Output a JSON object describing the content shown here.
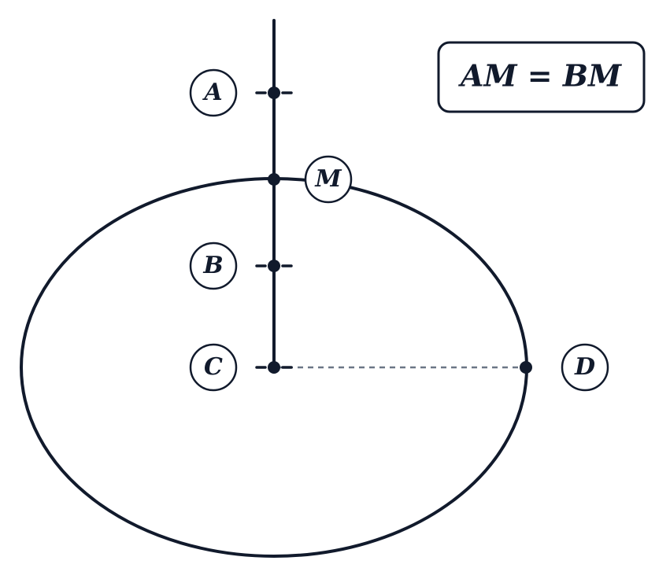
{
  "colors": {
    "ink": "#111a2c",
    "dashed_line": "#6b7686",
    "background": "#ffffff"
  },
  "points": {
    "A": "A",
    "B": "B",
    "C": "C",
    "D": "D",
    "M": "M"
  },
  "formula": "AM = BM"
}
